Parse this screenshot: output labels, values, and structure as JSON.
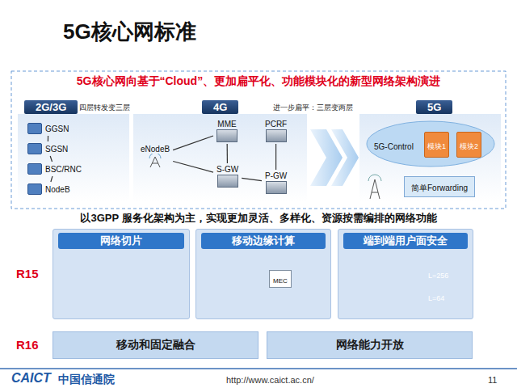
{
  "diagram": {
    "title": "5G核心网标准",
    "nodes": [
      {
        "text": [
          "2G/3G"
        ]
      },
      {
        "text": [
          "GGSN"
        ],
        "in": 0
      },
      {
        "text": [
          "SGSN"
        ],
        "in": 0
      },
      {
        "text": [
          "BSC/RNC"
        ],
        "in": 0
      },
      {
        "text": [
          "NodeB"
        ],
        "in": 0
      },
      {
        "text": [
          "4G"
        ]
      },
      {
        "text": [
          "eNodeB"
        ],
        "in": 5
      },
      {
        "text": [
          "MME"
        ],
        "in": 5
      },
      {
        "text": [
          "PCRF"
        ],
        "in": 5
      },
      {
        "text": [
          "S-GW"
        ],
        "in": 5
      },
      {
        "text": [
          "P-GW"
        ],
        "in": 5
      },
      {
        "text": [
          "5G"
        ]
      },
      {
        "text": [
          "5G-Control"
        ],
        "in": 11
      },
      {
        "text": [
          "模块1"
        ],
        "in": 12
      },
      {
        "text": [
          "模块2"
        ],
        "in": 12
      },
      {
        "text": [
          "简单Forwarding"
        ],
        "in": 11
      },
      {
        "text": [
          "网络切片"
        ]
      },
      {
        "text": [
          "移动边缘计算"
        ]
      },
      {
        "text": [
          "MEC"
        ],
        "in": 17
      },
      {
        "text": [
          "端到端用户面安全"
        ]
      },
      {
        "text": [
          "移动和固定融合"
        ]
      },
      {
        "text": [
          "网络能力开放"
        ]
      }
    ],
    "edges": [
      {
        "from": 1,
        "to": 2,
        "arrow": "none"
      },
      {
        "from": 2,
        "to": 3,
        "arrow": "none"
      },
      {
        "from": 3,
        "to": 4,
        "arrow": "none"
      },
      {
        "from": 6,
        "to": 7,
        "arrow": "none"
      },
      {
        "from": 6,
        "to": 9,
        "arrow": "none"
      },
      {
        "from": 7,
        "to": 9,
        "arrow": "none"
      },
      {
        "from": 9,
        "to": 10,
        "arrow": "none"
      },
      {
        "from": 8,
        "to": 10,
        "arrow": "none"
      }
    ],
    "labels": [
      "5G核心网向基于“Cloud”、更加扁平化、功能模块化的新型网络架构演进",
      "四层转发变三层",
      "进一步扁平：三层变两层",
      "以3GPP 服务化架构为主，实现更加灵活、多样化、资源按需编排的网络功能",
      "R15",
      "R16",
      "L=256",
      "L=64",
      "CAICT",
      "中国信通院",
      "http://www.caict.ac.cn/",
      "11"
    ]
  }
}
